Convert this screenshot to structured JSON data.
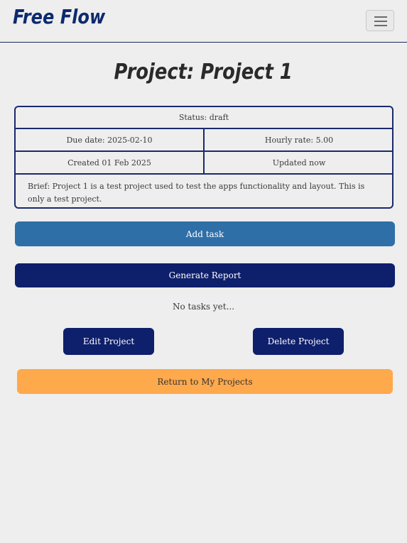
{
  "navbar": {
    "brand": "Free Flow",
    "menu_icon": "hamburger-menu-icon"
  },
  "project": {
    "title": "Project: Project 1",
    "status": "Status: draft",
    "due_date": "Due date: 2025-02-10",
    "hourly_rate": "Hourly rate: 5.00",
    "created": "Created 01 Feb 2025",
    "updated": "Updated now",
    "brief": "Brief: Project 1 is a test project used to test the apps functionality and layout. This is only a test project."
  },
  "actions": {
    "add_task": "Add task",
    "generate_report": "Generate Report",
    "edit_project": "Edit Project",
    "delete_project": "Delete Project",
    "return": "Return to My Projects"
  },
  "tasks": {
    "empty_message": "No tasks yet..."
  },
  "colors": {
    "brand": "#0d2a6e",
    "primary_dark": "#0e1f6b",
    "add_task": "#2f6fa8",
    "return": "#ffa94d",
    "background": "#eeeeee"
  }
}
